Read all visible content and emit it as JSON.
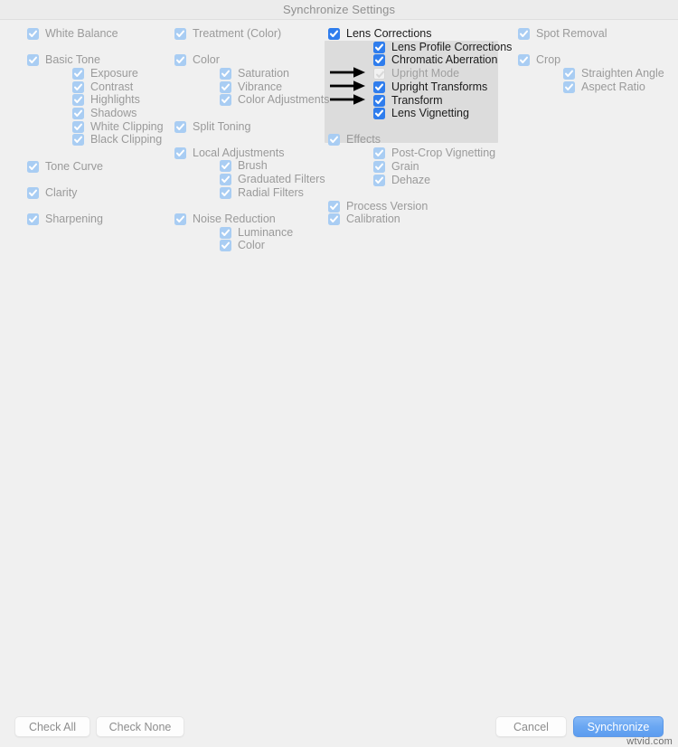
{
  "window": {
    "title": "Synchronize Settings"
  },
  "columns": [
    {
      "name": "column-1",
      "groups": [
        {
          "items": [
            {
              "label": "White Balance",
              "level": 0,
              "state": "checked"
            }
          ]
        },
        {
          "items": [
            {
              "label": "Basic Tone",
              "level": 0,
              "state": "checked"
            },
            {
              "label": "Exposure",
              "level": 1,
              "state": "checked"
            },
            {
              "label": "Contrast",
              "level": 1,
              "state": "checked"
            },
            {
              "label": "Highlights",
              "level": 1,
              "state": "checked"
            },
            {
              "label": "Shadows",
              "level": 1,
              "state": "checked"
            },
            {
              "label": "White Clipping",
              "level": 1,
              "state": "checked"
            },
            {
              "label": "Black Clipping",
              "level": 1,
              "state": "checked"
            }
          ]
        },
        {
          "items": [
            {
              "label": "Tone Curve",
              "level": 0,
              "state": "checked"
            }
          ]
        },
        {
          "items": [
            {
              "label": "Clarity",
              "level": 0,
              "state": "checked"
            }
          ]
        },
        {
          "items": [
            {
              "label": "Sharpening",
              "level": 0,
              "state": "checked"
            }
          ]
        }
      ]
    },
    {
      "name": "column-2",
      "groups": [
        {
          "items": [
            {
              "label": "Treatment (Color)",
              "level": 0,
              "state": "checked"
            }
          ]
        },
        {
          "items": [
            {
              "label": "Color",
              "level": 0,
              "state": "checked"
            },
            {
              "label": "Saturation",
              "level": 1,
              "state": "checked"
            },
            {
              "label": "Vibrance",
              "level": 1,
              "state": "checked"
            },
            {
              "label": "Color Adjustments",
              "level": 1,
              "state": "checked"
            }
          ]
        },
        {
          "items": [
            {
              "label": "Split Toning",
              "level": 0,
              "state": "checked"
            }
          ]
        },
        {
          "items": [
            {
              "label": "Local Adjustments",
              "level": 0,
              "state": "checked"
            },
            {
              "label": "Brush",
              "level": 1,
              "state": "checked"
            },
            {
              "label": "Graduated Filters",
              "level": 1,
              "state": "checked"
            },
            {
              "label": "Radial Filters",
              "level": 1,
              "state": "checked"
            }
          ]
        },
        {
          "items": [
            {
              "label": "Noise Reduction",
              "level": 0,
              "state": "checked"
            },
            {
              "label": "Luminance",
              "level": 1,
              "state": "checked"
            },
            {
              "label": "Color",
              "level": 1,
              "state": "checked"
            }
          ]
        }
      ]
    },
    {
      "name": "column-3",
      "groups": [
        {
          "items": [
            {
              "label": "Lens Corrections",
              "level": 0,
              "state": "checked",
              "emphasis": "vivid"
            },
            {
              "label": "Lens Profile Corrections",
              "level": 1,
              "state": "checked",
              "emphasis": "vivid"
            },
            {
              "label": "Chromatic Aberration",
              "level": 1,
              "state": "checked",
              "emphasis": "vivid"
            },
            {
              "label": "Upright Mode",
              "level": 1,
              "state": "disabled",
              "emphasis": "vivid-dim",
              "arrow": true
            },
            {
              "label": "Upright Transforms",
              "level": 1,
              "state": "checked",
              "emphasis": "vivid",
              "arrow": true
            },
            {
              "label": "Transform",
              "level": 1,
              "state": "checked",
              "emphasis": "vivid",
              "arrow": true
            },
            {
              "label": "Lens Vignetting",
              "level": 1,
              "state": "checked",
              "emphasis": "vivid"
            }
          ]
        },
        {
          "items": [
            {
              "label": "Effects",
              "level": 0,
              "state": "checked"
            },
            {
              "label": "Post-Crop Vignetting",
              "level": 1,
              "state": "checked"
            },
            {
              "label": "Grain",
              "level": 1,
              "state": "checked"
            },
            {
              "label": "Dehaze",
              "level": 1,
              "state": "checked"
            }
          ]
        },
        {
          "items": [
            {
              "label": "Process Version",
              "level": 0,
              "state": "checked"
            },
            {
              "label": "Calibration",
              "level": 0,
              "state": "checked"
            }
          ]
        }
      ]
    },
    {
      "name": "column-4",
      "groups": [
        {
          "items": [
            {
              "label": "Spot Removal",
              "level": 0,
              "state": "checked"
            }
          ]
        },
        {
          "items": [
            {
              "label": "Crop",
              "level": 0,
              "state": "checked"
            },
            {
              "label": "Straighten Angle",
              "level": 1,
              "state": "checked"
            },
            {
              "label": "Aspect Ratio",
              "level": 1,
              "state": "checked"
            }
          ]
        }
      ]
    }
  ],
  "buttons": {
    "check_all": "Check All",
    "check_none": "Check None",
    "cancel": "Cancel",
    "synchronize": "Synchronize"
  },
  "watermark": "wtvid.com",
  "colors": {
    "dialog_background": "#f0f0f0",
    "titlebar_background": "#ececec",
    "highlight_panel": "#dcdcdc",
    "checkbox_faded": "#a9cdf3",
    "checkbox_vivid": "#2f7ded",
    "primary_button": "#6aa7f2",
    "label_text": "#9a9a9a",
    "emphasis_text": "#1c1c1c"
  }
}
